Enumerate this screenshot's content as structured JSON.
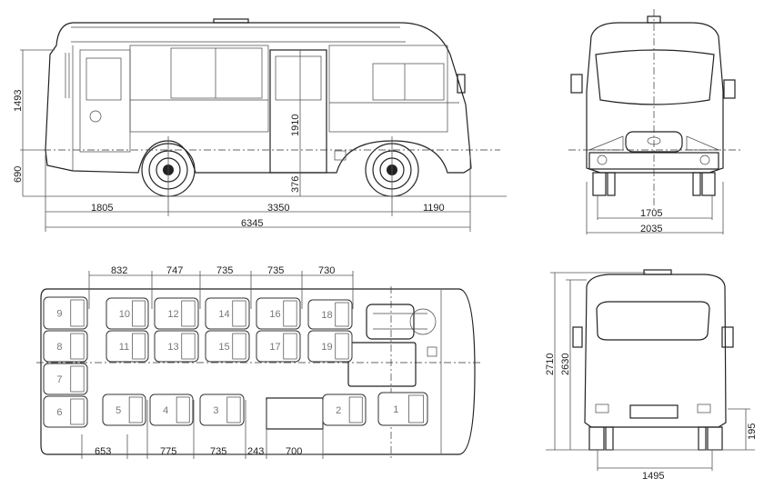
{
  "side_view": {
    "dims": {
      "front_overhang": "1805",
      "wheelbase": "3350",
      "rear_overhang": "1190",
      "overall_length": "6345",
      "upper_height": "1493",
      "lower_height": "690",
      "door_height": "1910",
      "step_height": "376"
    }
  },
  "front_view": {
    "dims": {
      "track": "1705",
      "overall_width": "2035"
    }
  },
  "plan_view": {
    "top_dims": [
      "832",
      "747",
      "735",
      "735",
      "730"
    ],
    "bottom_dims": [
      "653",
      "775",
      "735",
      "243",
      "700"
    ],
    "seats": [
      "1",
      "2",
      "3",
      "4",
      "5",
      "6",
      "7",
      "8",
      "9",
      "10",
      "11",
      "12",
      "13",
      "14",
      "15",
      "16",
      "17",
      "18",
      "19"
    ]
  },
  "rear_view": {
    "dims": {
      "overall_height": "2710",
      "body_height": "2630",
      "ground_clearance": "195",
      "rear_track": "1495"
    }
  }
}
